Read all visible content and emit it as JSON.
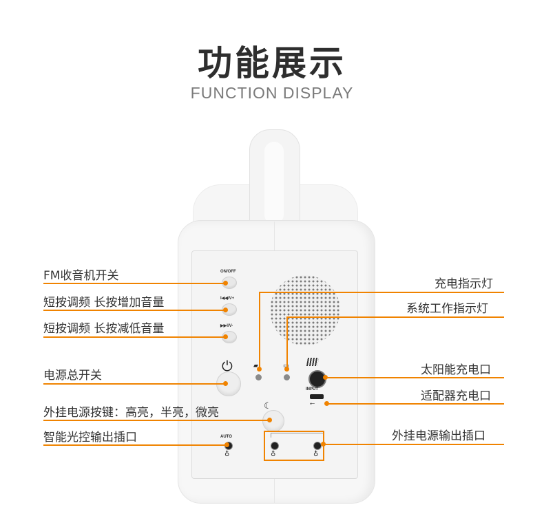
{
  "header": {
    "title": "功能展示",
    "subtitle": "FUNCTION DISPLAY"
  },
  "device": {
    "button_on_off": "ON/OFF",
    "button_prev_vol_up": "I◀◀/V+",
    "button_next_vol_down": "▶▶I/V-",
    "input_label": "INPUT",
    "auto_label": "AUTO"
  },
  "callouts_left": [
    "FM收音机开关",
    "短按调频 长按增加音量",
    "短按调频 长按减低音量",
    "电源总开关",
    "外挂电源按键：高亮，半亮，微亮",
    "智能光控输出插口"
  ],
  "callouts_right": [
    "充电指示灯",
    "系统工作指示灯",
    "太阳能充电口",
    "适配器充电口",
    "外挂电源输出插口"
  ],
  "colors": {
    "accent": "#f08300",
    "title": "#2e2e2e",
    "subtitle": "#7a7a7a"
  },
  "icons": [
    "power-icon",
    "lamp-icon",
    "solar-panel-icon",
    "battery-icon",
    "usb-icon",
    "bulb-icon"
  ]
}
